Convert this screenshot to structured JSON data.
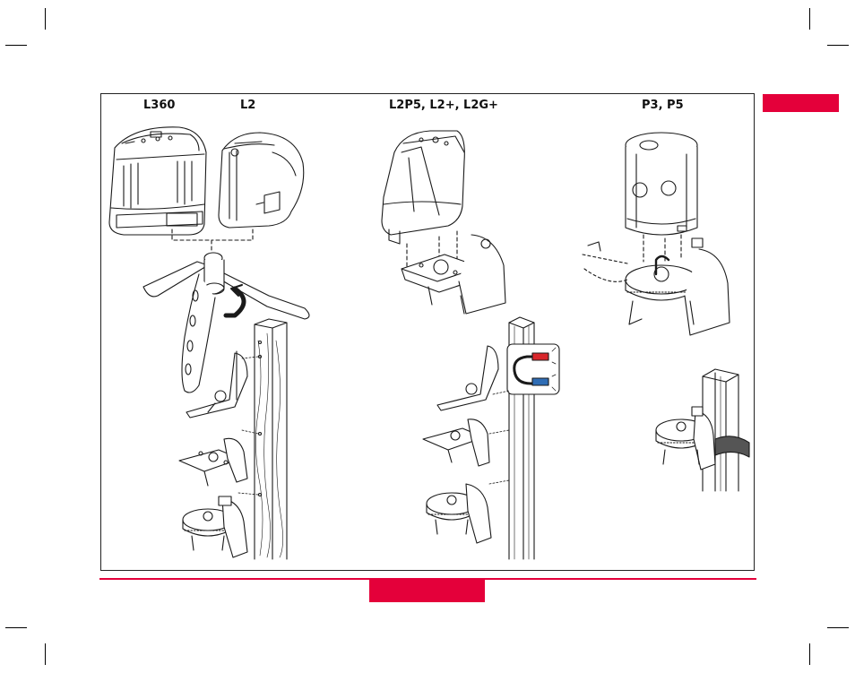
{
  "colors": {
    "accent": "#e4003a",
    "line": "#1a1a1a",
    "magnet_red": "#d8262b",
    "magnet_blue": "#2f6db5"
  },
  "labels": {
    "l360": "L360",
    "l2": "L2",
    "l2p5": "L2P5, L2+, L2G+",
    "p3p5": "P3, P5"
  },
  "icons": [
    "magnet-icon",
    "rotate-arrow-icon",
    "strap-icon"
  ]
}
